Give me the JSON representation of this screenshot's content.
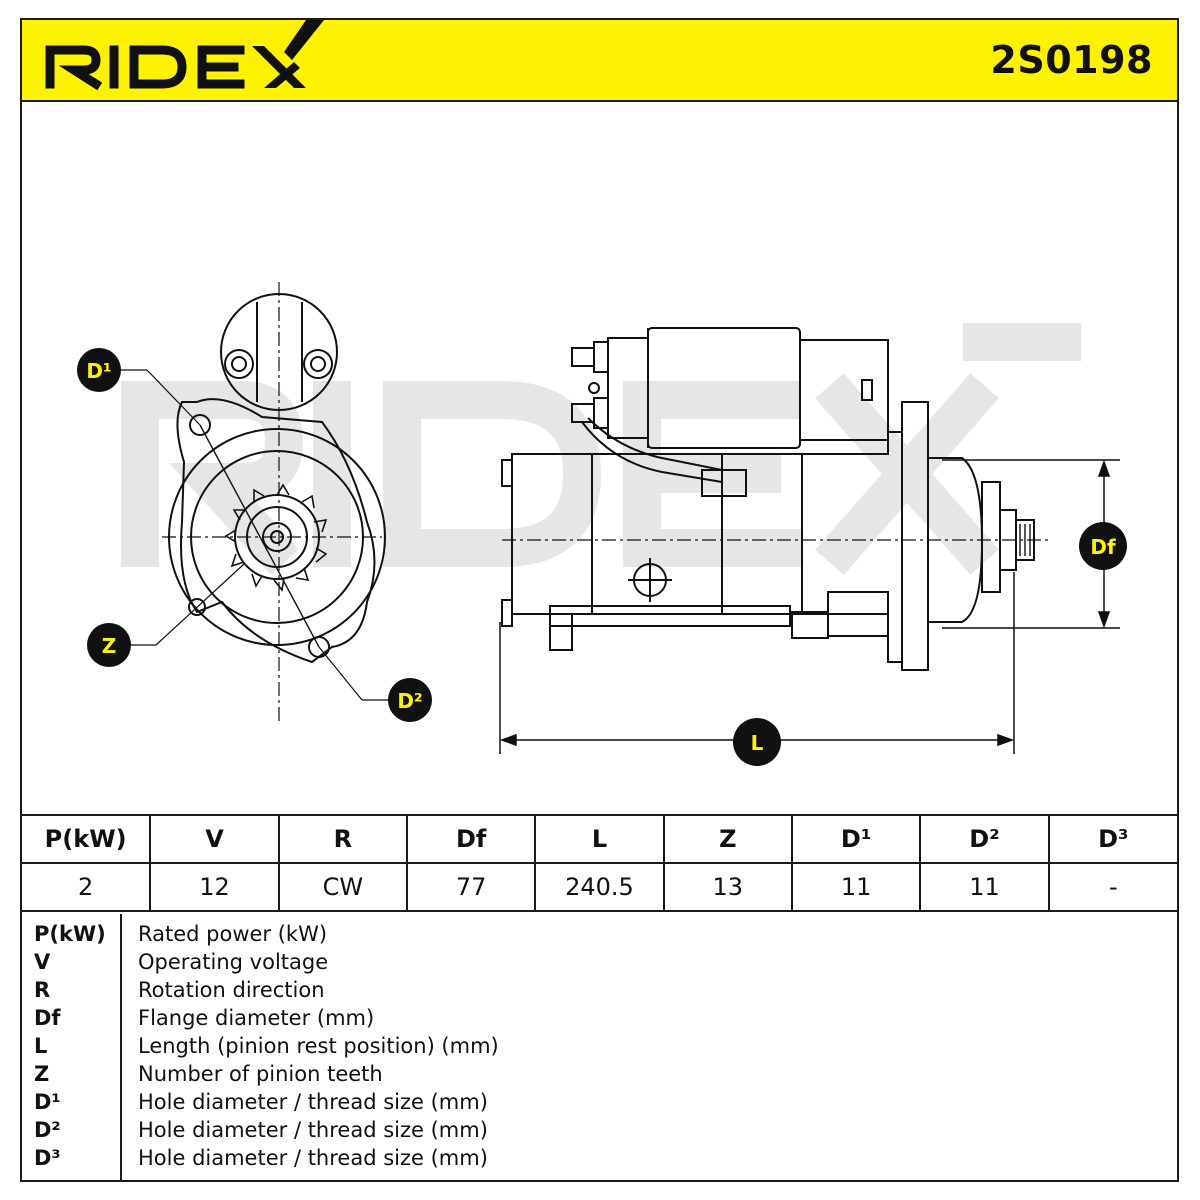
{
  "brand": "RIDEX",
  "part_number": "2S0198",
  "colors": {
    "accent": "#fff200",
    "line": "#1a1a1a",
    "watermark": "#e9e9e9"
  },
  "drawing_labels": {
    "d1": "D¹",
    "d2": "D²",
    "z": "Z",
    "df": "Df",
    "l": "L"
  },
  "specs": {
    "headers": [
      "P(kW)",
      "V",
      "R",
      "Df",
      "L",
      "Z",
      "D¹",
      "D²",
      "D³"
    ],
    "values": [
      "2",
      "12",
      "CW",
      "77",
      "240.5",
      "13",
      "11",
      "11",
      "-"
    ]
  },
  "legend": [
    {
      "key": "P(kW)",
      "desc": "Rated power (kW)"
    },
    {
      "key": "V",
      "desc": "Operating voltage"
    },
    {
      "key": "R",
      "desc": "Rotation direction"
    },
    {
      "key": "Df",
      "desc": "Flange diameter (mm)"
    },
    {
      "key": "L",
      "desc": "Length (pinion rest position) (mm)"
    },
    {
      "key": "Z",
      "desc": "Number of pinion teeth"
    },
    {
      "key": "D¹",
      "desc": "Hole diameter / thread size (mm)"
    },
    {
      "key": "D²",
      "desc": "Hole diameter / thread size (mm)"
    },
    {
      "key": "D³",
      "desc": "Hole diameter / thread size (mm)"
    }
  ]
}
